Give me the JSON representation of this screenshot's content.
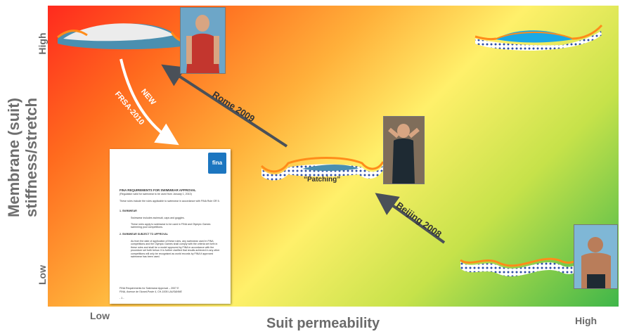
{
  "axes": {
    "y_title_line1": "Membrane (suit)",
    "y_title_line2": "stiffness/stretch",
    "y_high": "High",
    "y_low": "Low",
    "x_title": "Suit permeability",
    "x_low": "Low",
    "x_high": "High"
  },
  "arrows": {
    "rome": "Rome 2009",
    "beijing": "Beijing 2008",
    "new": "NEW",
    "frsa": "FRSA-2010"
  },
  "patching_label": "“Patching”",
  "document": {
    "logo": "fina",
    "title": "FINA REQUIREMENTS FOR SWIMWEAR APPROVAL",
    "subtitle": "(Regulation valid for swimwear to be used from January 1, 2010)",
    "intro": "These rules include the rules applicable to swimwear in accordance with FINA Rule GR 5.",
    "s1_head": "1.        SWIMWEAR",
    "s1_text1": "Swimwear includes swimsuit, caps and goggles.",
    "s1_text2": "These rules apply to swimwear to be used in FINA and Olympic Games swimming pool competitions.",
    "s2_head": "2.        SWIMWEAR SUBJECT TO APPROVAL",
    "s2_text": "As from the date of application of these rules, any swimwear used in FINA competitions and the Olympic Games shall comply with the criteria set forth in these rules and shall be a model approved by FINA in accordance with the procedure set forth below. It is further clarified that results achieved in any other competitions will only be recognised as world records by FINA if approved swimwear has been used.",
    "footer1": "FINA Requirements for Swimwear Approval – 2007 E",
    "footer2": "FINA, Avenue de l'Avant-Poste 4, CH-1005 LAUSANNE",
    "page": "- 1 -"
  },
  "colors": {
    "membrane_orange": "#ff8c1a",
    "membrane_blue": "#4a8fb0",
    "bubble_white": "#ececec",
    "bubble_cyan": "#1aa9e6",
    "arrow_dark": "#4a5058"
  }
}
